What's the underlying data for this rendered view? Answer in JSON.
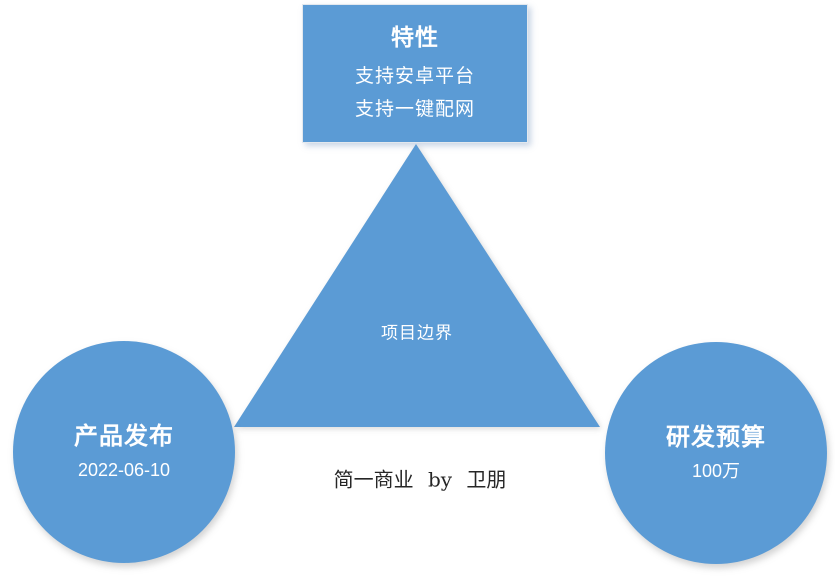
{
  "diagram": {
    "feature_box": {
      "title": "特性",
      "lines": [
        "支持安卓平台",
        "支持一键配网"
      ]
    },
    "triangle": {
      "label": "项目边界"
    },
    "left_circle": {
      "title": "产品发布",
      "value": "2022-06-10"
    },
    "right_circle": {
      "title": "研发预算",
      "value": "100万"
    },
    "watermark": "简一商业 by 卫朋",
    "colors": {
      "shape_fill": "#5B9BD5",
      "shape_text": "#FFFFFF",
      "watermark_text": "#262626"
    }
  }
}
